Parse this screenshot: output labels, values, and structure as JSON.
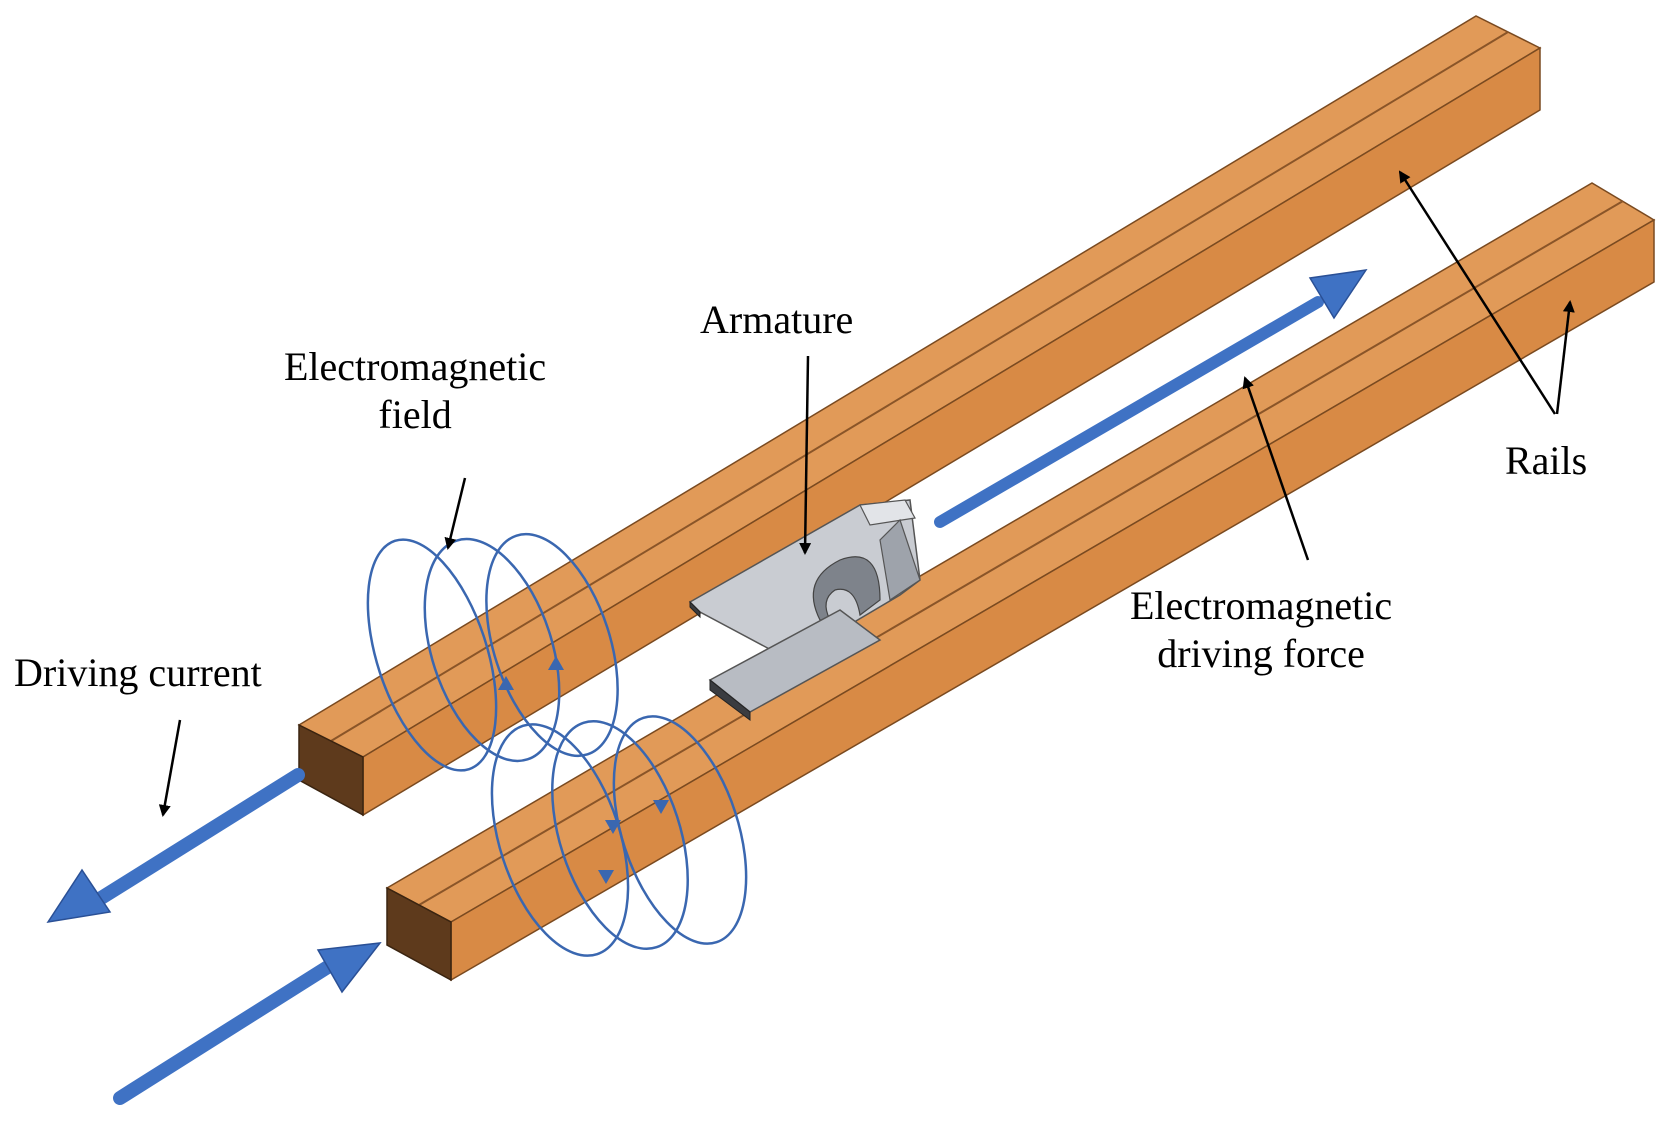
{
  "labels": {
    "armature": "Armature",
    "em_field": [
      "Electromagnetic",
      "field"
    ],
    "driving_current": "Driving current",
    "em_force": [
      "Electromagnetic",
      "driving force"
    ],
    "rails": "Rails"
  },
  "colors": {
    "rail_top": "#E19A58",
    "rail_side": "#C87A36",
    "rail_end": "#5E3A1C",
    "rail_edge": "#7A4A20",
    "armature_light": "#D6D9DE",
    "armature_mid": "#B7BBC2",
    "armature_dark": "#8E939B",
    "field_blue": "#3A67B0",
    "arrow_blue": "#3F72C4",
    "pointer": "#000000"
  }
}
